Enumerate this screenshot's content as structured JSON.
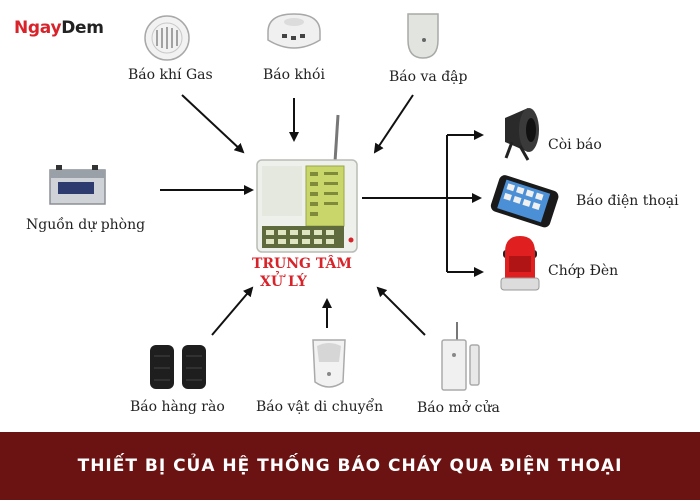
{
  "brand": {
    "part1": "Ngay",
    "part2": "Dem"
  },
  "center": {
    "line1": "TRUNG TÂM",
    "line2": "XỬ LÝ"
  },
  "inputs": {
    "gas": "Báo khí Gas",
    "smoke": "Báo khói",
    "vibration": "Báo va đập",
    "backup_power": "Nguồn dự phòng",
    "fence": "Báo hàng rào",
    "motion": "Báo vật di chuyển",
    "door": "Báo mở cửa"
  },
  "outputs": {
    "siren": "Còi báo",
    "phone": "Báo điện thoại",
    "strobe": "Chớp Đèn"
  },
  "caption": "THIẾT BỊ CỦA HỆ THỐNG BÁO CHÁY QUA ĐIỆN THOẠI",
  "colors": {
    "accent": "#d8232a",
    "banner": "#6b1313"
  }
}
